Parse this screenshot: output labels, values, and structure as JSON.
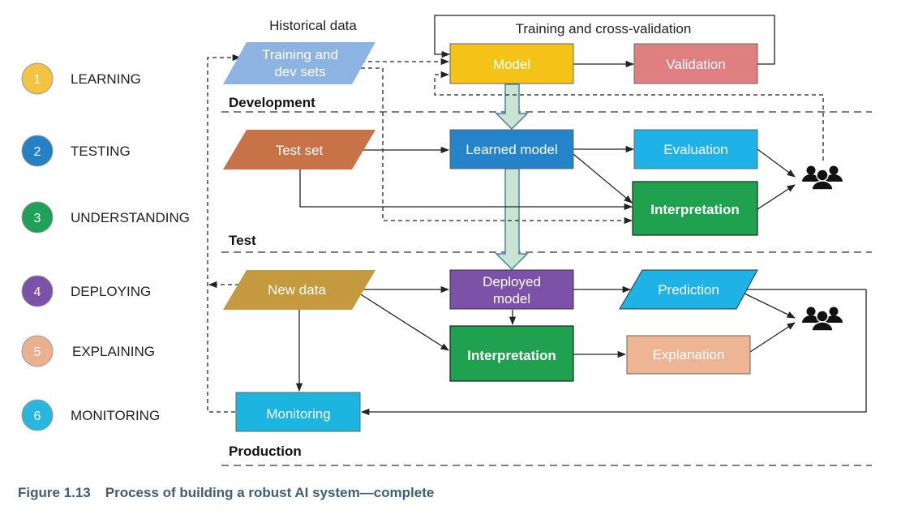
{
  "legend": [
    {
      "num": "1",
      "label": "LEARNING",
      "color": "#F5C342"
    },
    {
      "num": "2",
      "label": "TESTING",
      "color": "#2481C6"
    },
    {
      "num": "3",
      "label": "UNDERSTANDING",
      "color": "#1FA15A"
    },
    {
      "num": "4",
      "label": "DEPLOYING",
      "color": "#7B52A8"
    },
    {
      "num": "5",
      "label": "EXPLAINING",
      "color": "#EBB08F"
    },
    {
      "num": "6",
      "label": "MONITORING",
      "color": "#29B6DE"
    }
  ],
  "sections": {
    "development": "Development",
    "test": "Test",
    "production": "Production"
  },
  "labels": {
    "historical_data": "Historical data",
    "training_cv": "Training and cross-validation"
  },
  "nodes": {
    "training_sets": {
      "line1": "Training and",
      "line2": "dev sets",
      "color": "#8DB3E2"
    },
    "model": {
      "label": "Model",
      "color": "#F5C318"
    },
    "validation": {
      "label": "Validation",
      "color": "#E07F82"
    },
    "test_set": {
      "label": "Test set",
      "color": "#C87347"
    },
    "learned_model": {
      "label": "Learned model",
      "color": "#2584C9"
    },
    "evaluation": {
      "label": "Evaluation",
      "color": "#1FB2E6"
    },
    "interpretation_test": {
      "label": "Interpretation",
      "color": "#1FA150"
    },
    "new_data": {
      "label": "New data",
      "color": "#C59A3E"
    },
    "deployed_model": {
      "line1": "Deployed",
      "line2": "model",
      "color": "#7B52A8"
    },
    "prediction": {
      "label": "Prediction",
      "color": "#1FB2E6"
    },
    "interpretation_prod": {
      "label": "Interpretation",
      "color": "#1FA150"
    },
    "explanation": {
      "label": "Explanation",
      "color": "#EDB594"
    },
    "monitoring": {
      "label": "Monitoring",
      "color": "#1BB5DF"
    }
  },
  "caption": {
    "number": "Figure 1.13",
    "text": "Process of building a robust AI system—complete"
  }
}
